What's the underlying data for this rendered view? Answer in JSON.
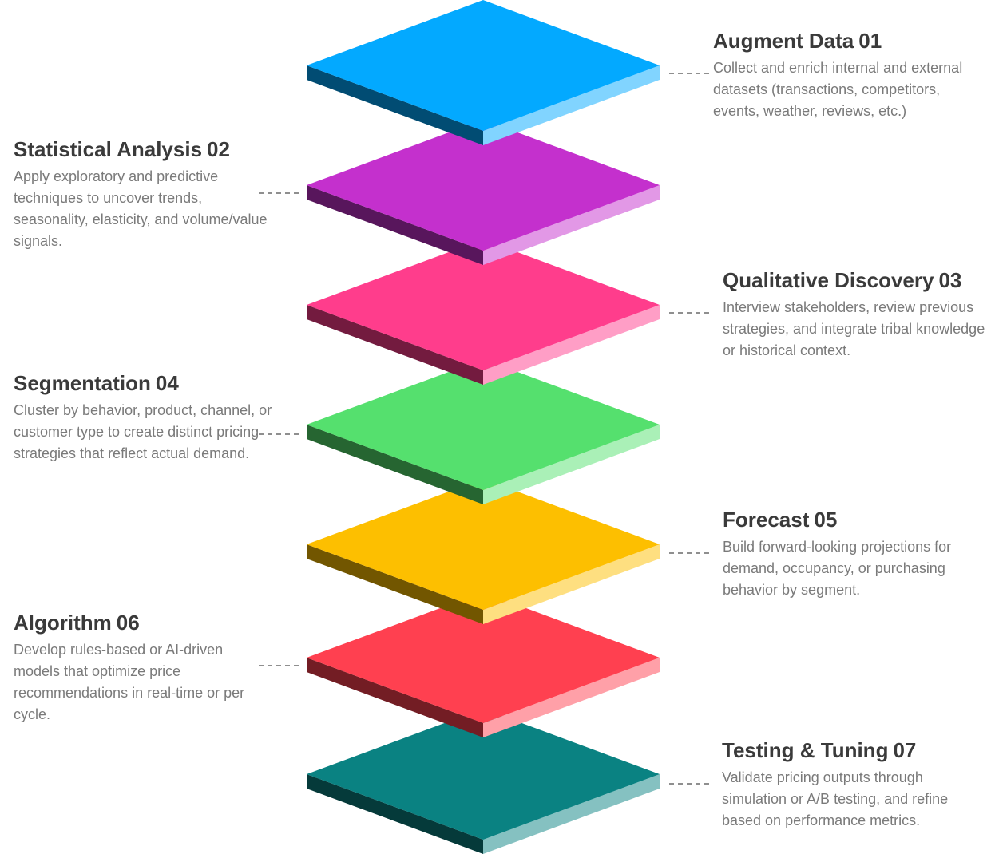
{
  "steps": [
    {
      "title": "Augment Data",
      "number": "01",
      "color": "#03A9FF",
      "description": "Collect and enrich internal and external datasets (transactions, competitors, events, weather, reviews, etc.)"
    },
    {
      "title": "Statistical Analysis",
      "number": "02",
      "color": "#C430CD",
      "description": "Apply exploratory and predictive techniques to uncover trends, seasonality, elasticity, and volume/value signals."
    },
    {
      "title": "Qualitative Discovery",
      "number": "03",
      "color": "#FF3D8C",
      "description": "Interview stakeholders, review previous strategies, and integrate tribal knowledge or historical context."
    },
    {
      "title": "Segmentation",
      "number": "04",
      "color": "#55E06E",
      "description": "Cluster by behavior, product, channel, or customer type to create distinct pricing strategies that reflect actual demand."
    },
    {
      "title": "Forecast",
      "number": "05",
      "color": "#FDBF00",
      "description": "Build forward-looking projections for demand, occupancy, or purchasing behavior by segment."
    },
    {
      "title": "Algorithm",
      "number": "06",
      "color": "#FF4050",
      "description": "Develop rules-based or AI-driven models that optimize price recommendations in real-time or per cycle."
    },
    {
      "title": "Testing & Tuning",
      "number": "07",
      "color": "#0A8282",
      "description": "Validate pricing outputs through simulation or A/B testing, and refine based on performance metrics."
    }
  ]
}
